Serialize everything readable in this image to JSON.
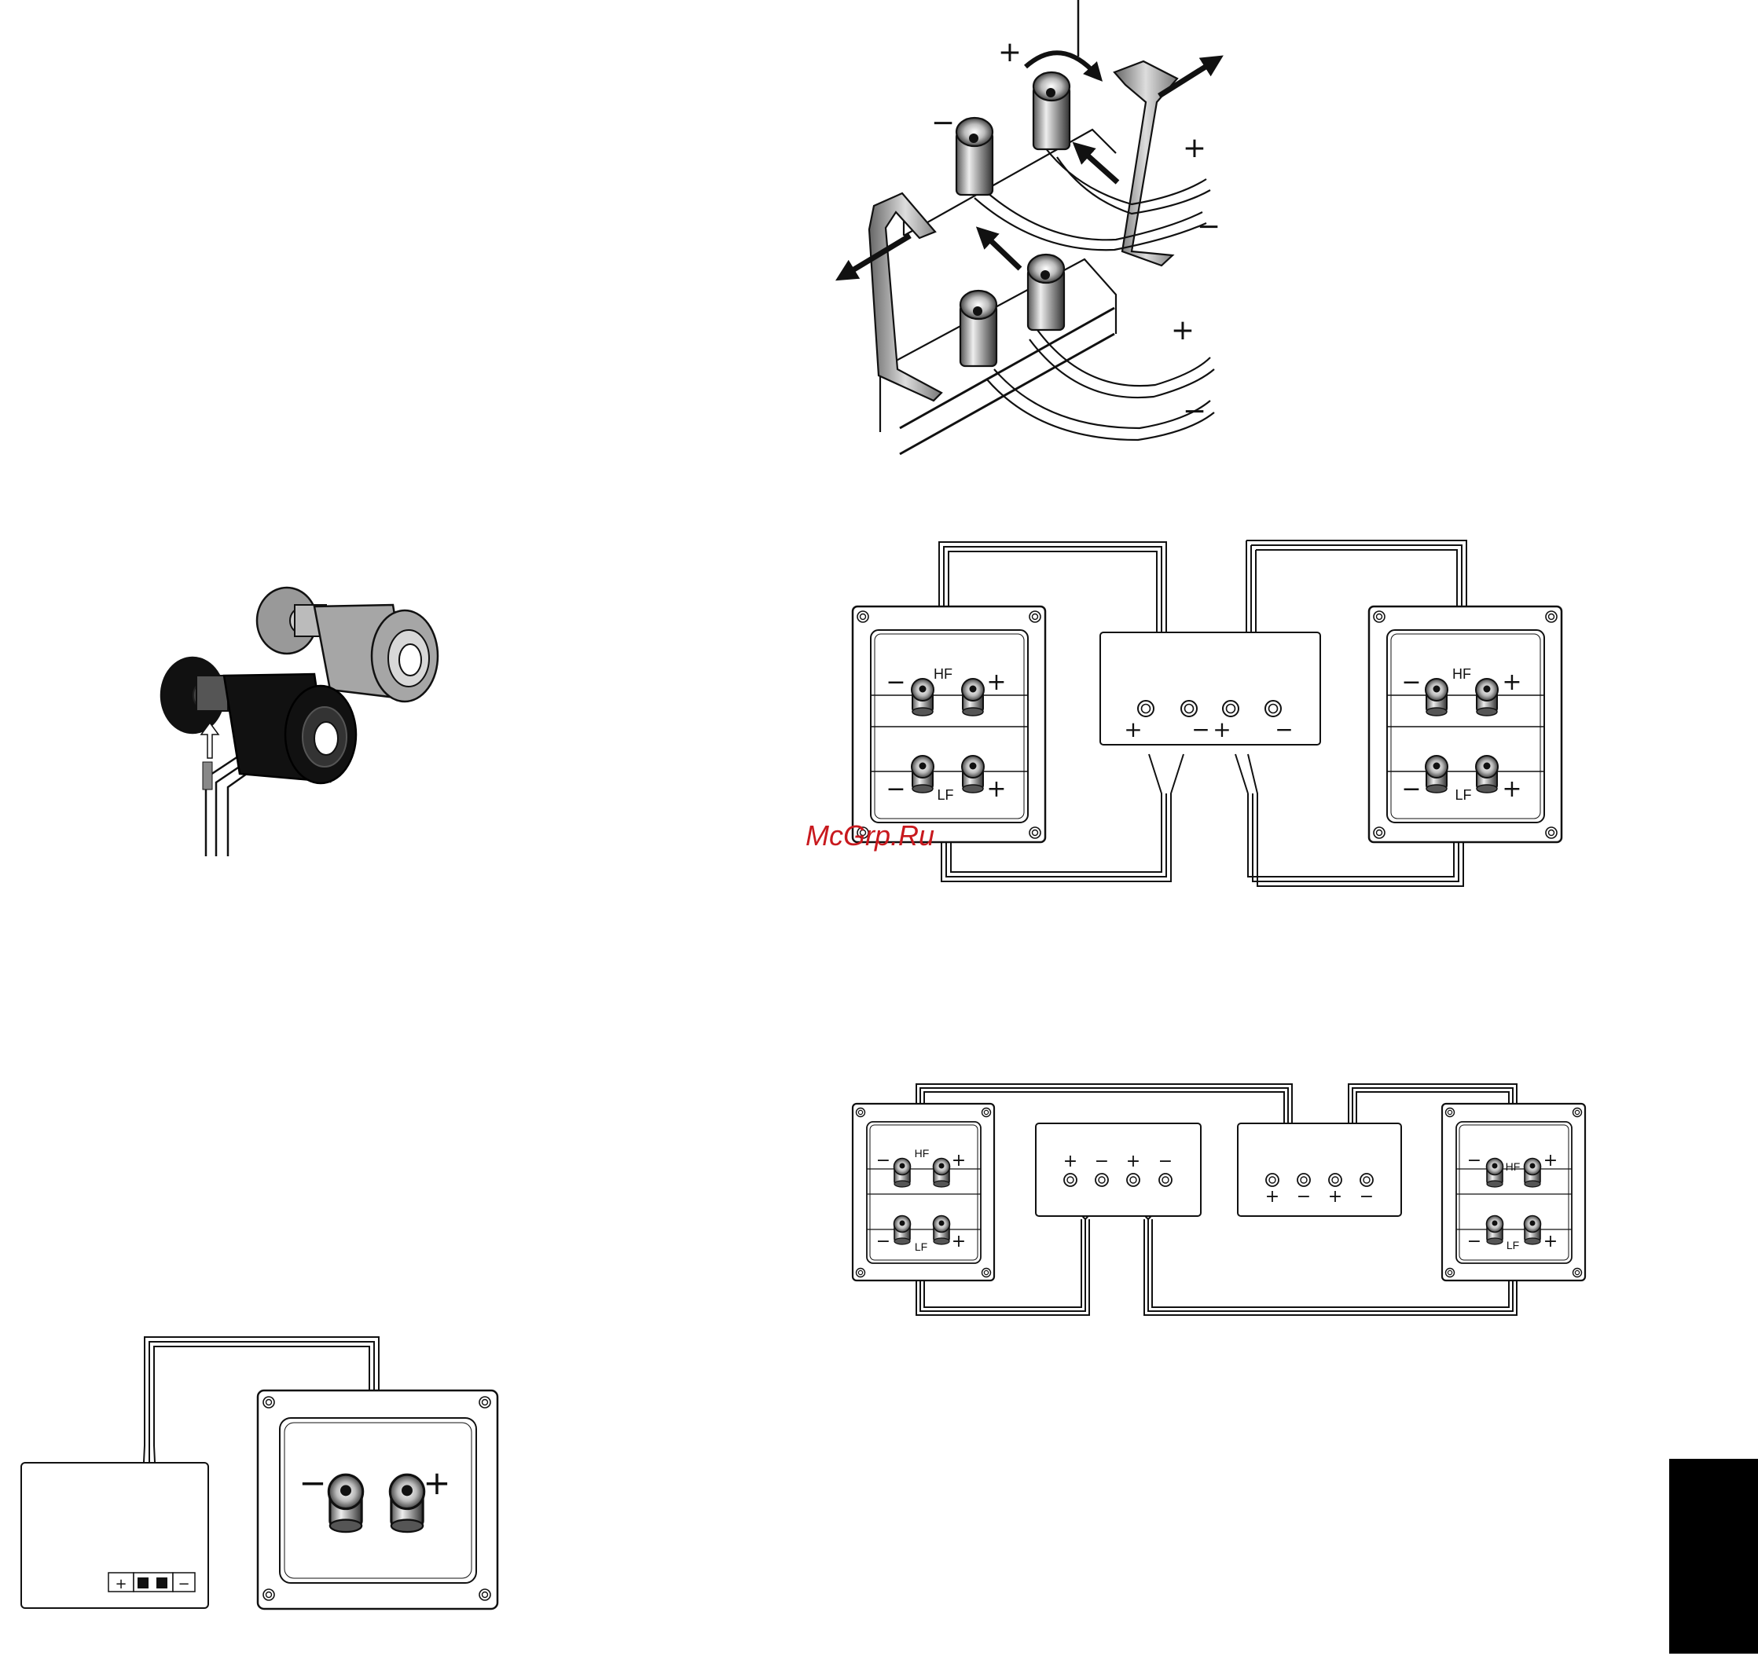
{
  "watermark": "McGrp.Ru",
  "colors": {
    "ink": "#111111",
    "watermark": "#c8191e",
    "tab": "#000000",
    "terminal_gray": "#a6a6a6"
  },
  "figures": {
    "binding_post_closeup": {
      "signs": [
        "+",
        "−",
        "+",
        "−",
        "+",
        "−"
      ]
    },
    "terminal_insert": {},
    "biwire_single_amp": {
      "speaker_left": {
        "hf": "HF",
        "lf": "LF",
        "plus": "+",
        "minus": "−"
      },
      "speaker_right": {
        "hf": "HF",
        "lf": "LF",
        "plus": "+",
        "minus": "−"
      },
      "amp_labels": [
        "+",
        "−",
        "+",
        "−"
      ]
    },
    "biamp_two_amps": {
      "speaker_left": {
        "hf": "HF",
        "lf": "LF",
        "plus": "+",
        "minus": "−"
      },
      "speaker_right": {
        "hf": "HF",
        "lf": "LF",
        "plus": "+",
        "minus": "−"
      },
      "amp1_labels": [
        "+",
        "−",
        "+",
        "−"
      ],
      "amp2_labels": [
        "+",
        "−",
        "+",
        "−"
      ]
    },
    "single_wire": {
      "amp_plus": "+",
      "amp_minus": "−",
      "speaker_minus": "−",
      "speaker_plus": "+"
    }
  }
}
